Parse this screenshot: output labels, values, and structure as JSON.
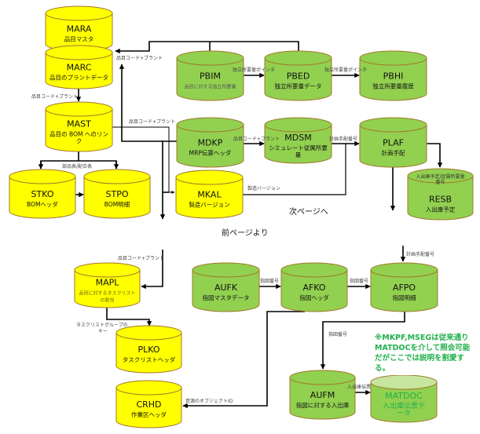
{
  "colors": {
    "yellow": "#ffff00",
    "green": "#92d050",
    "outline": "#a0782a",
    "note": "#22b14c",
    "matdoc_text": "#22b14c"
  },
  "nodes": {
    "MARA": {
      "code": "MARA",
      "sub": [
        "品目マスタ"
      ],
      "color": "yellow"
    },
    "MARC": {
      "code": "MARC",
      "sub": [
        "品目のプラントデータ"
      ],
      "color": "yellow"
    },
    "MAST": {
      "code": "MAST",
      "sub": [
        "品目の BOM へのリン",
        "ク"
      ],
      "color": "yellow"
    },
    "STKO": {
      "code": "STKO",
      "sub": [
        "BOMヘッダ"
      ],
      "color": "yellow"
    },
    "STPO": {
      "code": "STPO",
      "sub": [
        "BOM明細"
      ],
      "color": "yellow"
    },
    "PBIM": {
      "code": "PBIM",
      "sub": [
        "品目に対する独立所要量"
      ],
      "color": "green",
      "small": true
    },
    "PBED": {
      "code": "PBED",
      "sub": [
        "独立所要量データ"
      ],
      "color": "green"
    },
    "PBHI": {
      "code": "PBHI",
      "sub": [
        "独立所要量履歴"
      ],
      "color": "green"
    },
    "MDKP": {
      "code": "MDKP",
      "sub": [
        "MRP伝票ヘッダ"
      ],
      "color": "green"
    },
    "MDSM": {
      "code": "MDSM",
      "sub": [
        "シミュレート従属所要",
        "量"
      ],
      "color": "green"
    },
    "PLAF": {
      "code": "PLAF",
      "sub": [
        "計画手配"
      ],
      "color": "green"
    },
    "MKAL": {
      "code": "MKAL",
      "sub": [
        "製造バージョン"
      ],
      "color": "yellow"
    },
    "RESB": {
      "code": "RESB",
      "sub": [
        "入出庫予定"
      ],
      "color": "green",
      "top": [
        "入出庫予定/従属所要量",
        "番号"
      ]
    },
    "MAPL": {
      "code": "MAPL",
      "sub": [
        "品目に対するタスクリスト",
        "の割当"
      ],
      "color": "yellow",
      "small": true
    },
    "PLKO": {
      "code": "PLKO",
      "sub": [
        "タスクリストヘッダ"
      ],
      "color": "yellow"
    },
    "CRHD": {
      "code": "CRHD",
      "sub": [
        "作業区ヘッダ"
      ],
      "color": "yellow"
    },
    "AUFK": {
      "code": "AUFK",
      "sub": [
        "指図マスタデータ"
      ],
      "color": "green"
    },
    "AFKO": {
      "code": "AFKO",
      "sub": [
        "指図ヘッダ"
      ],
      "color": "green"
    },
    "AFPO": {
      "code": "AFPO",
      "sub": [
        "指図明細"
      ],
      "color": "green"
    },
    "AUFM": {
      "code": "AUFM",
      "sub": [
        "指図に対する入出庫"
      ],
      "color": "green"
    },
    "MATDOC": {
      "code": "MATDOC",
      "sub": [
        "入出庫伝票デ",
        "ータ"
      ],
      "color": "green",
      "faded": true
    }
  },
  "edge_labels": {
    "marc_plant": "品目コード+プラント",
    "marc_mast": "品目コード+プラント",
    "mast_mkal": "品目コード+プラント",
    "bom": "部品表/配合表",
    "pbim_pbed": "独立所要量ポインタ",
    "pbed_pbhi": "独立所要量ポインタ",
    "mdkp_mdsm": "品目コード+プラント",
    "mdsm_plaf": "計画手配番号",
    "mkal_plaf": "製造バージョン",
    "mapl_in": "品目コード+プラント",
    "mapl_plko": [
      "タスクリストグループの",
      "キー"
    ],
    "afko_crhd": "資源のオブジェクトID",
    "aufk_afko": "指図番号",
    "afko_afpo": "指図番号",
    "plaf_afpo": "計画手配番号",
    "afpo_aufm": "指図番号",
    "aufm_matdoc": "入出庫伝票"
  },
  "page_refs": {
    "next": "次ページへ",
    "prev": "前ページより"
  },
  "note": [
    "※MKPF,MSEGは従来通り",
    "MATDOCを介して照会可能",
    "だがここでは説明を割愛す",
    "る。"
  ]
}
